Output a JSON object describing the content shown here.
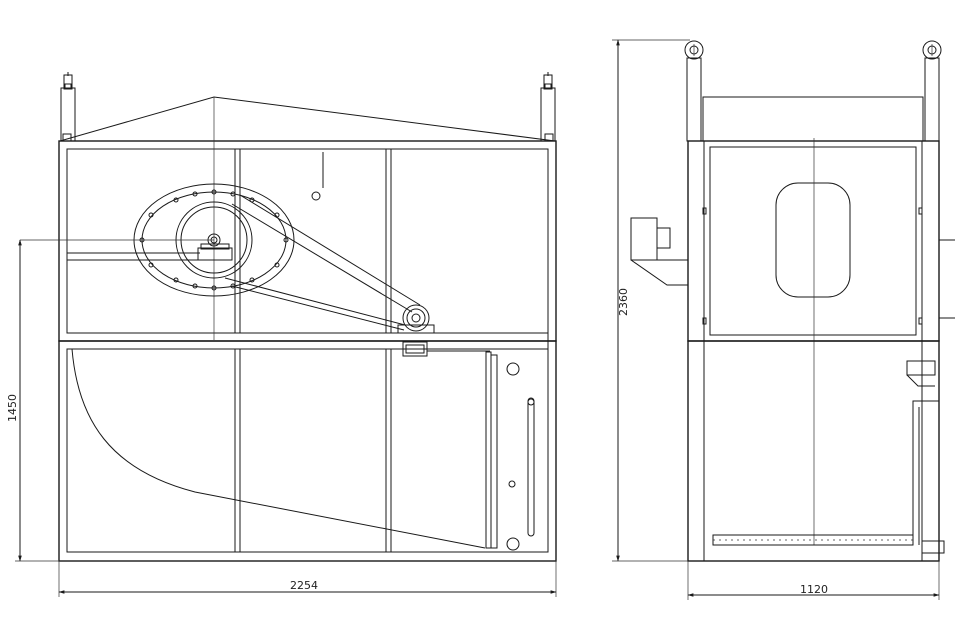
{
  "dimensions": {
    "front_width": "2254",
    "lower_height": "1450",
    "side_height": "2360",
    "side_width": "1120"
  }
}
